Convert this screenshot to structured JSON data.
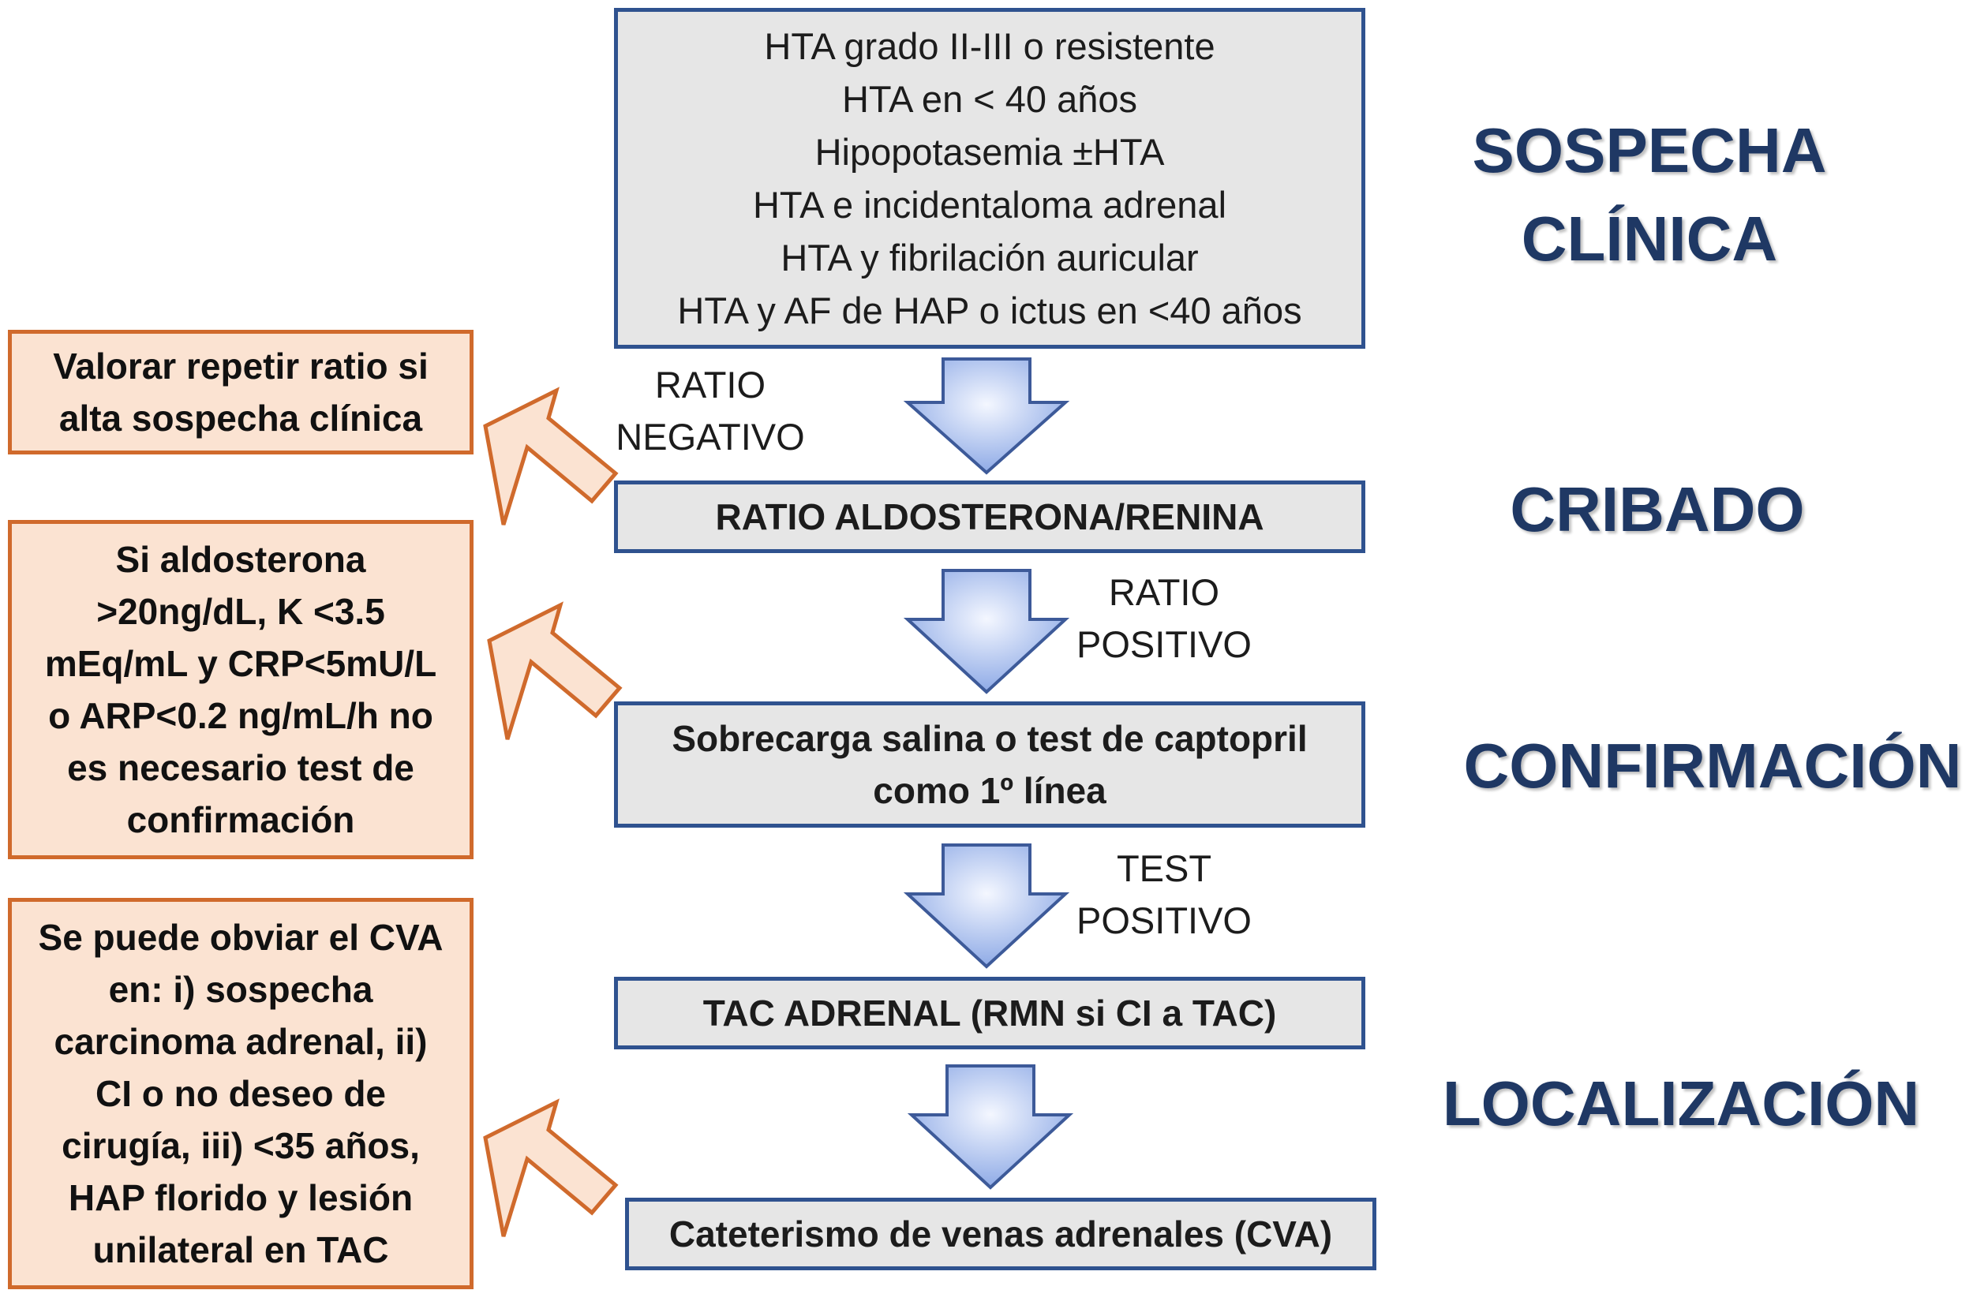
{
  "flow": {
    "suspicion_box": {
      "lines": [
        "HTA grado II-III o resistente",
        "HTA en < 40 años",
        "Hipopotasemia ±HTA",
        "HTA e incidentaloma adrenal",
        "HTA y fibrilación auricular",
        "HTA y AF de HAP o ictus en <40 años"
      ]
    },
    "screening_box": {
      "text": "RATIO ALDOSTERONA/RENINA"
    },
    "confirmation_box": {
      "lines": [
        "Sobrecarga salina o test de captopril",
        "como 1º línea"
      ]
    },
    "imaging_box": {
      "text": "TAC ADRENAL (RMN si CI a TAC)"
    },
    "cva_box": {
      "text": "Cateterismo de venas adrenales (CVA)"
    }
  },
  "arrow_labels": {
    "negative": [
      "RATIO",
      "NEGATIVO"
    ],
    "positive": [
      "RATIO",
      "POSITIVO"
    ],
    "test_positive": [
      "TEST",
      "POSITIVO"
    ]
  },
  "stages": {
    "suspicion": [
      "SOSPECHA",
      "CLÍNICA"
    ],
    "screening": "CRIBADO",
    "confirmation": "CONFIRMACIÓN",
    "localization": "LOCALIZACIÓN"
  },
  "side_notes": {
    "repeat": [
      "Valorar repetir ratio si",
      "alta sospecha clínica"
    ],
    "skip_confirmation": [
      "Si aldosterona",
      ">20ng/dL, K <3.5",
      "mEq/mL y CRP<5mU/L",
      "o ARP<0.2 ng/mL/h no",
      "es necesario test de",
      "confirmación"
    ],
    "skip_cva": [
      "Se puede obviar el CVA",
      "en: i) sospecha",
      "carcinoma adrenal, ii)",
      "CI o no deseo de",
      "cirugía, iii) <35 años,",
      "HAP florido y lesión",
      "unilateral en TAC"
    ]
  },
  "colors": {
    "main_box_fill": "#e6e6e6",
    "main_box_border": "#2f528f",
    "side_box_fill": "#fbe3d2",
    "side_box_border": "#d06a2c",
    "stage_text": "#1f3864",
    "down_arrow_fill": "#9cb3e6",
    "down_arrow_stroke": "#3d5a99",
    "side_arrow_fill": "#fbe3d2",
    "side_arrow_stroke": "#d06a2c"
  }
}
